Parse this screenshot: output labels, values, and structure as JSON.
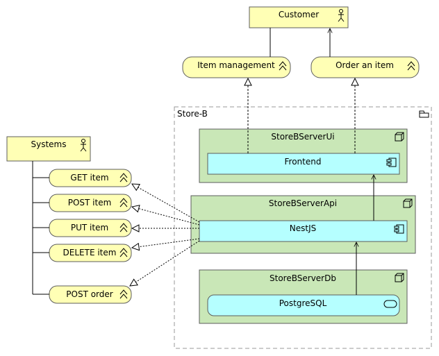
{
  "actors": {
    "customer": "Customer",
    "systems": "Systems"
  },
  "services": {
    "item_management": "Item management",
    "order_an_item": "Order an item",
    "get_item": "GET item",
    "post_item": "POST item",
    "put_item": "PUT item",
    "delete_item": "DELETE item",
    "post_order": "POST order"
  },
  "group": {
    "label": "Store-B"
  },
  "nodes": {
    "ui": "StoreBServerUi",
    "api": "StoreBServerApi",
    "db": "StoreBServerDb"
  },
  "components": {
    "frontend": "Frontend",
    "nestjs": "NestJS",
    "postgres": "PostgreSQL"
  },
  "colors": {
    "business_yellow": "#ffffb5",
    "node_green": "#c9e7b7",
    "app_cyan": "#b5ffff",
    "stroke": "#5c5c5c"
  }
}
